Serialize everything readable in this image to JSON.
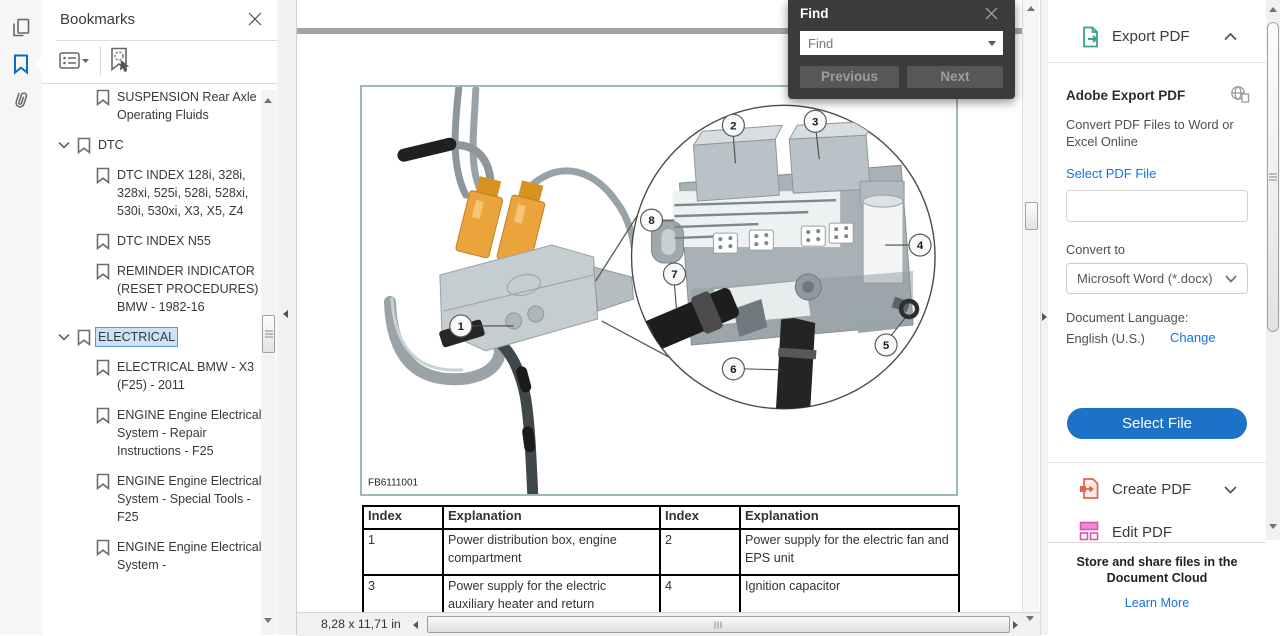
{
  "left_toolbar": {
    "icons": [
      "page-thumbnails",
      "bookmarks",
      "attachments"
    ]
  },
  "bookmarks_panel": {
    "title": "Bookmarks",
    "items": [
      {
        "label": "SUSPENSION Rear Axle Operating Fluids",
        "level": 2,
        "selected": false
      },
      {
        "label": "DTC",
        "level": 1,
        "expanded": true,
        "selected": false
      },
      {
        "label": "DTC INDEX 128i, 328i, 328xi, 525i, 528i, 528xi, 530i, 530xi, X3, X5, Z4",
        "level": 2,
        "selected": false
      },
      {
        "label": "DTC INDEX N55",
        "level": 2,
        "selected": false
      },
      {
        "label": "REMINDER INDICATOR (RESET PROCEDURES) BMW - 1982-16",
        "level": 2,
        "selected": false
      },
      {
        "label": "ELECTRICAL",
        "level": 1,
        "expanded": true,
        "selected": true
      },
      {
        "label": "ELECTRICAL BMW - X3 (F25) - 2011",
        "level": 2,
        "selected": false
      },
      {
        "label": "ENGINE Engine Electrical System - Repair Instructions - F25",
        "level": 2,
        "selected": false
      },
      {
        "label": "ENGINE Engine Electrical System - Special Tools - F25",
        "level": 2,
        "selected": false
      },
      {
        "label": "ENGINE Engine Electrical System -",
        "level": 2,
        "selected": false
      }
    ]
  },
  "find_dialog": {
    "title": "Find",
    "placeholder": "Find",
    "previous_label": "Previous",
    "next_label": "Next"
  },
  "document": {
    "figure_code": "FB6111001",
    "page_size": "8,28 x 11,71 in",
    "balloons": [
      "1",
      "2",
      "3",
      "4",
      "5",
      "6",
      "7",
      "8"
    ],
    "table": {
      "headers": [
        "Index",
        "Explanation",
        "Index",
        "Explanation"
      ],
      "rows": [
        [
          "1",
          "Power distribution box, engine compartment",
          "2",
          "Power supply for the electric fan and EPS unit"
        ],
        [
          "3",
          "Power supply for the electric auxiliary heater and return",
          "4",
          "Ignition capacitor"
        ]
      ]
    }
  },
  "right_panel": {
    "export_pdf": {
      "title": "Export PDF",
      "heading": "Adobe Export PDF",
      "description": "Convert PDF Files to Word or Excel Online",
      "select_pdf_link": "Select PDF File",
      "convert_label": "Convert to",
      "convert_value": "Microsoft Word (*.docx)",
      "language_label": "Document Language:",
      "language_value": "English (U.S.)",
      "change_link": "Change",
      "select_file_button": "Select File"
    },
    "create_pdf_label": "Create PDF",
    "edit_pdf_label": "Edit PDF",
    "footer": {
      "title": "Store and share files in the Document Cloud",
      "link": "Learn More"
    }
  },
  "colors": {
    "accent_button_blue": "#1b72c7",
    "link_blue": "#1473e6",
    "selection_blue_bg": "#cbe3f9",
    "export_icon_green": "#35a58b",
    "create_icon_red": "#e8604f",
    "edit_icon_pink": "#d655ae",
    "find_dialog_bg": "#3b3b3b",
    "figure_border_teal": "#9db7bd"
  }
}
